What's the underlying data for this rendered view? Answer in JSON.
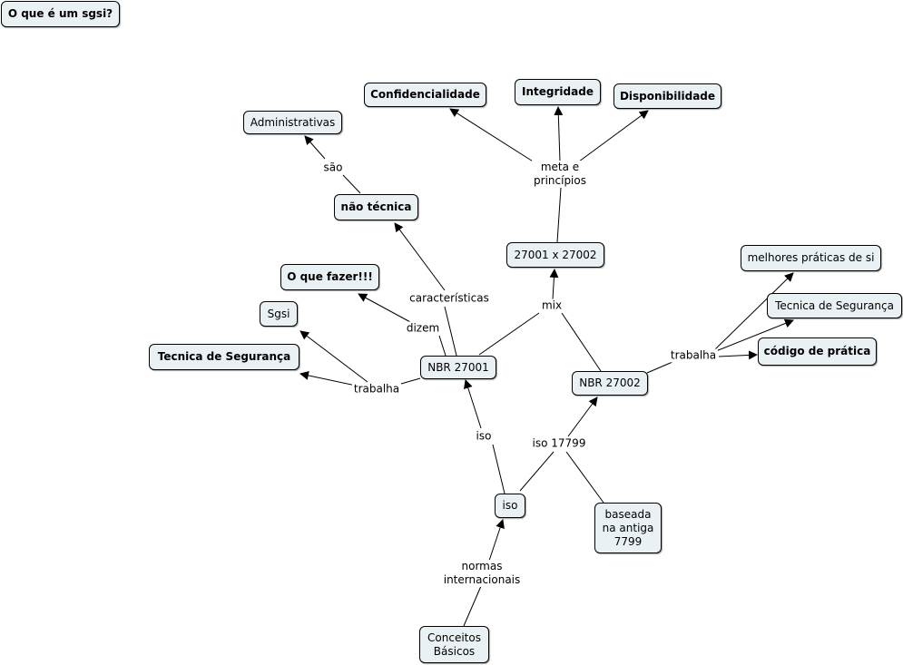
{
  "concepts": {
    "title": "O que é um sgsi?",
    "conceitos": "Conceitos\nBásicos",
    "iso_root": "iso",
    "nbr27001": "NBR 27001",
    "nbr27002": "NBR 27002",
    "mix_box": "27001 x 27002",
    "confidencialidade": "Confidencialidade",
    "integridade": "Integridade",
    "disponibilidade": "Disponibilidade",
    "administrativas": "Administrativas",
    "nao_tecnica": "não técnica",
    "o_que_fazer": "O que fazer!!!",
    "sgsi": "Sgsi",
    "tecnica_left": "Tecnica de Segurança",
    "melhores": "melhores práticas de si",
    "tecnica_right": "Tecnica de Segurança",
    "codigo": "código de prática",
    "baseada": "baseada\nna antiga\n7799"
  },
  "linking_phrases": {
    "normas": "normas\ninternacionais",
    "iso_link": "iso",
    "iso17799": "iso 17799",
    "mix": "mix",
    "meta": "meta e\nprincípios",
    "sao": "são",
    "caracteristicas": "características",
    "dizem": "dizem",
    "trabalha_left": "trabalha",
    "trabalha_right": "trabalha"
  },
  "style": {
    "node_fill": "#eaf1f4",
    "border": "#000000",
    "line": "#000000"
  }
}
